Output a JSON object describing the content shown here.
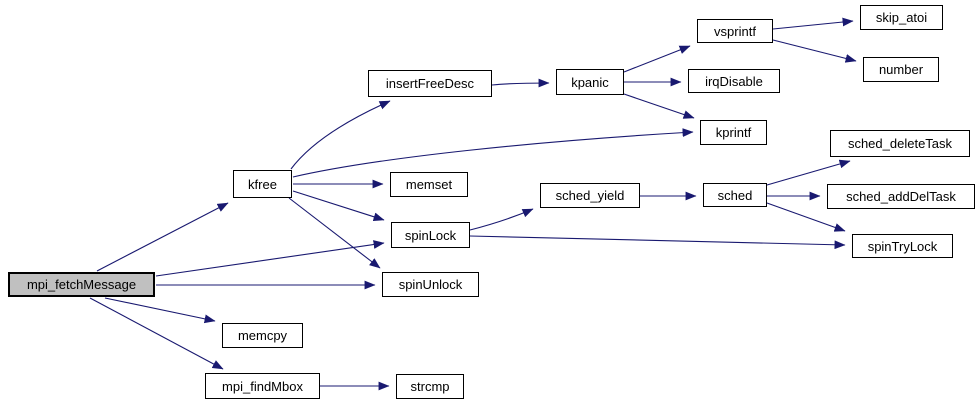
{
  "diagram": {
    "type": "call-graph",
    "root": "mpi_fetchMessage",
    "colors": {
      "edge": "#191970",
      "node_border": "#000000",
      "node_fill": "#ffffff",
      "root_fill": "#c0c0c0",
      "text": "#000000",
      "background": "#ffffff"
    },
    "nodes": {
      "mpi_fetchMessage": {
        "label": "mpi_fetchMessage",
        "highlighted": true
      },
      "kfree": {
        "label": "kfree"
      },
      "insertFreeDesc": {
        "label": "insertFreeDesc"
      },
      "kpanic": {
        "label": "kpanic"
      },
      "vsprintf": {
        "label": "vsprintf"
      },
      "skip_atoi": {
        "label": "skip_atoi"
      },
      "number": {
        "label": "number"
      },
      "irqDisable": {
        "label": "irqDisable"
      },
      "kprintf": {
        "label": "kprintf"
      },
      "memset": {
        "label": "memset"
      },
      "sched_yield": {
        "label": "sched_yield"
      },
      "sched": {
        "label": "sched"
      },
      "sched_deleteTask": {
        "label": "sched_deleteTask"
      },
      "sched_addDelTask": {
        "label": "sched_addDelTask"
      },
      "spinTryLock": {
        "label": "spinTryLock"
      },
      "spinLock": {
        "label": "spinLock"
      },
      "spinUnlock": {
        "label": "spinUnlock"
      },
      "memcpy": {
        "label": "memcpy"
      },
      "mpi_findMbox": {
        "label": "mpi_findMbox"
      },
      "strcmp": {
        "label": "strcmp"
      }
    },
    "edges": [
      {
        "from": "mpi_fetchMessage",
        "to": "kfree"
      },
      {
        "from": "mpi_fetchMessage",
        "to": "spinLock"
      },
      {
        "from": "mpi_fetchMessage",
        "to": "spinUnlock"
      },
      {
        "from": "mpi_fetchMessage",
        "to": "memcpy"
      },
      {
        "from": "mpi_fetchMessage",
        "to": "mpi_findMbox"
      },
      {
        "from": "kfree",
        "to": "insertFreeDesc"
      },
      {
        "from": "kfree",
        "to": "memset"
      },
      {
        "from": "kfree",
        "to": "kprintf"
      },
      {
        "from": "kfree",
        "to": "spinLock"
      },
      {
        "from": "kfree",
        "to": "spinUnlock"
      },
      {
        "from": "insertFreeDesc",
        "to": "kpanic"
      },
      {
        "from": "kpanic",
        "to": "vsprintf"
      },
      {
        "from": "kpanic",
        "to": "irqDisable"
      },
      {
        "from": "kpanic",
        "to": "kprintf"
      },
      {
        "from": "vsprintf",
        "to": "skip_atoi"
      },
      {
        "from": "vsprintf",
        "to": "number"
      },
      {
        "from": "spinLock",
        "to": "sched_yield"
      },
      {
        "from": "spinLock",
        "to": "spinTryLock"
      },
      {
        "from": "sched_yield",
        "to": "sched"
      },
      {
        "from": "sched",
        "to": "sched_deleteTask"
      },
      {
        "from": "sched",
        "to": "sched_addDelTask"
      },
      {
        "from": "sched",
        "to": "spinTryLock"
      },
      {
        "from": "mpi_findMbox",
        "to": "strcmp"
      }
    ]
  }
}
